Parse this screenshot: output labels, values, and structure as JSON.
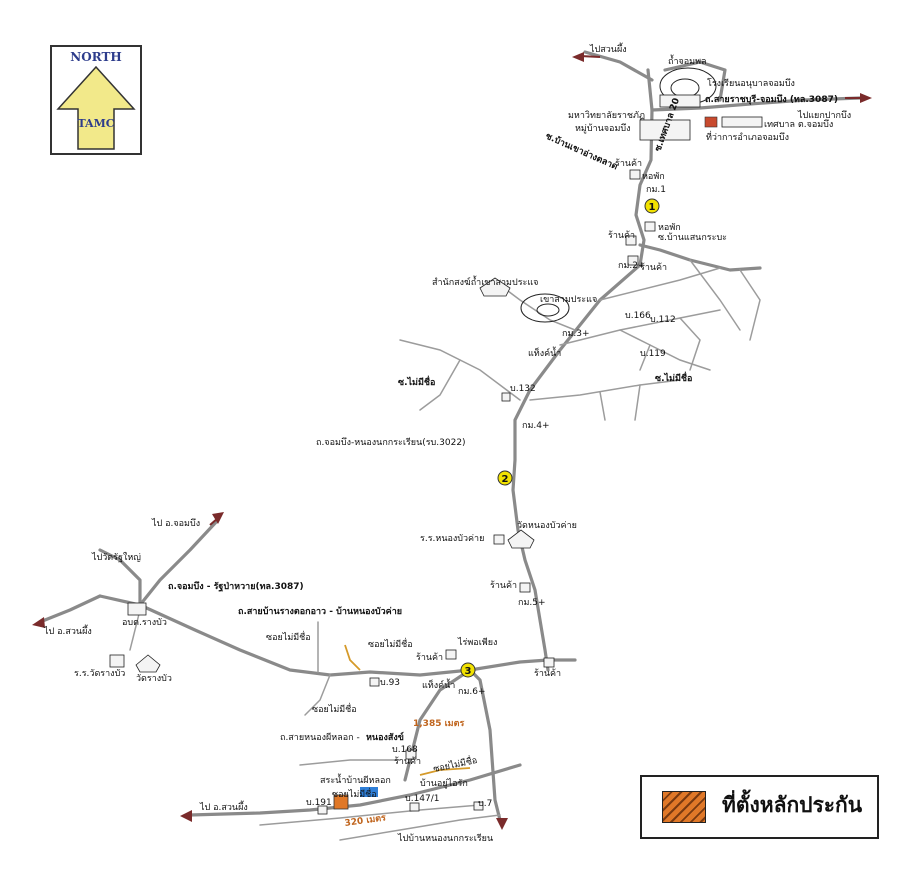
{
  "north": {
    "title": "NORTH",
    "logo": "TAMC"
  },
  "legend": {
    "label": "ที่ตั้งหลักประกัน",
    "swatch_color": "#e07828"
  },
  "labels": {
    "to_suan_phueng_top": "ไปสวนผึ้ง",
    "tham_chom_phon": "ถ้ำจอมพล",
    "school": "โรงเรียนอนุบาลจอมบึง",
    "road_3087": "ถ.สายราชบุรี-จอมบึง (ทล.3087)",
    "to_pak_bueng": "ไปแยกปากบึง",
    "university": "มหาวิทยาลัยราชภัฏ",
    "village_chom_bueng": "หมู่บ้านจอมบึง",
    "municipality": "เทศบาล ต.จอมบึง",
    "district_office": "ที่ว่าการอำเภอจอมบึง",
    "soi_thetsaban_20": "ซ.เทศบาล 20",
    "soi_ban_sao": "ซ.บ้านเขาอ่างตลาด",
    "shop1": "ร้านค้า",
    "dorm1": "หอพัก",
    "km1": "กม.1",
    "dorm2": "หอพัก",
    "soi_ban_saen": "ซ.บ้านแสนกระบะ",
    "shop2": "ร้านค้า",
    "km2": "กม.2+",
    "shop3": "ร้านค้า",
    "monastery": "สำนักสงฆ์ถ้ำเขาสามประแจ",
    "khao_sam": "เขาสามประแจ",
    "km3": "กม.3+",
    "water_tank": "แท็งค์น้ำ",
    "h166": "บ.166",
    "h112": "บ.112",
    "h119": "บ.119",
    "soi_noname1": "ซ.ไม่มีชื่อ",
    "soi_noname2": "ซ.ไม่มีชื่อ",
    "h132": "บ.132",
    "km4": "กม.4+",
    "road_3022": "ถ.จอมบึง-หนองนกกระเรียน(รบ.3022)",
    "wat_nong_bua": "วัดหนองบัวค่าย",
    "school_nong_bua": "ร.ร.หนองบัวค่าย",
    "shop4": "ร้านค้า",
    "km5": "กม.5+",
    "to_chom_bueng": "ไป อ.จอมบึง",
    "to_wat_rang_yai": "ไปวัดรัฐใหญ่",
    "road_3087b": "ถ.จอมบึง - รัฐป่าหวาย(ทล.3087)",
    "to_suan_phueng_left": "ไป อ.สวนผึ้ง",
    "obt": "อบต.รางบัว",
    "road_rang_bua": "ถ.สายบ้านรางตอกอาว - บ้านหนองบัวค่าย",
    "soi_noname3": "ซอยไม่มีชื่อ",
    "soi_noname4": "ซอยไม่มีชื่อ",
    "school_rang_bua": "ร.ร.วัดรางบัว",
    "wat_rang_bua": "วัดรางบัว",
    "h93": "บ.93",
    "rai_pho": "ไร่พอเพียง",
    "shop5": "ร้านค้า",
    "water_tank2": "แท็งค์น้ำ",
    "km6": "กม.6+",
    "shop6": "ร้านค้า",
    "soi_noname5": "ซอยไม่มีชื่อ",
    "dist_1385": "1,385 เมตร",
    "road_nong_phi": "ถ.สายหนองผีหลอก -",
    "nong_sang": "หนองสังข์",
    "h168": "บ.168",
    "shop7": "ร้านค้า",
    "soi_noname6": "ซอยไม่มีชื่อ",
    "pond": "สระน้ำบ้านผีหลอก",
    "soi_noname7": "ซอยไม่มีชื่อ",
    "ban_yu": "บ้านอยู่ไอรัก",
    "h191": "บ.191",
    "h147": "บ.147/1",
    "to_suan_phueng_bottom": "ไป อ.สวนผึ้ง",
    "dist_320": "320 เมตร",
    "h7": "บ.7",
    "to_nong_nok": "ไปบ้านหนองนกกระเรียน"
  },
  "markers": [
    "1",
    "2",
    "3"
  ]
}
